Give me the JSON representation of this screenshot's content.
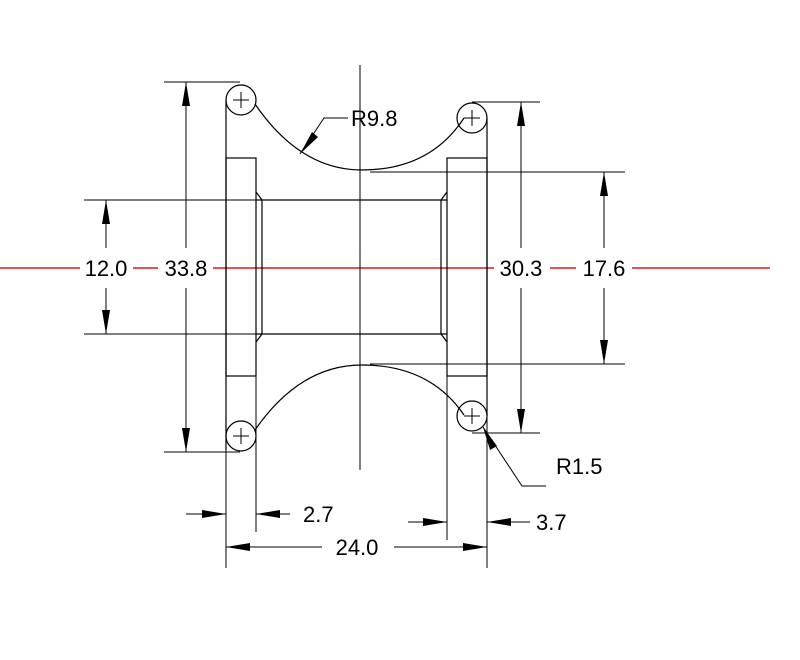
{
  "drawing": {
    "dimensions": {
      "shaft_diameter": "12.0",
      "outer_height_left": "33.8",
      "outer_height_right": "30.3",
      "flange_height": "17.6",
      "overall_width": "24.0",
      "flange_width_left": "2.7",
      "flange_width_right": "3.7",
      "groove_radius": "R9.8",
      "corner_radius": "R1.5"
    },
    "colors": {
      "linework": "#000000",
      "center_line": "#e01818",
      "background": "#ffffff"
    }
  }
}
